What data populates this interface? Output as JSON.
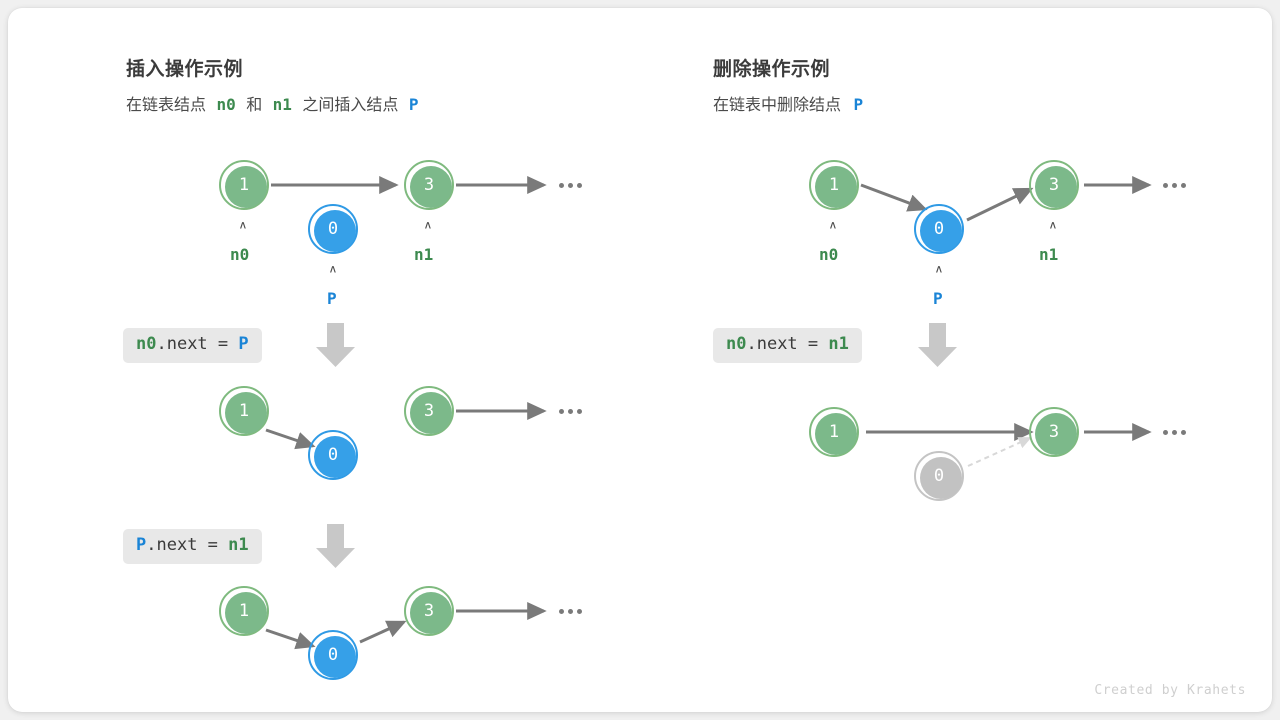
{
  "credit": "Created by Krahets",
  "colors": {
    "green": "#7cb98a",
    "green_ring": "#7fba7f",
    "green_text": "#3d8a4f",
    "blue": "#36a0e8",
    "blue_ring": "#2f9ae5",
    "blue_text": "#1a84d6",
    "gray_node": "#c2c2c2",
    "arrow": "#7a7a7a",
    "chip_bg": "#e8e8e8",
    "card_bg": "#ffffff",
    "page_bg": "#f0f0f0"
  },
  "panels": [
    {
      "id": "insert",
      "title": "插入操作示例",
      "subtitle": {
        "part1": "在链表结点",
        "var1": "n0",
        "part2": "和",
        "var2": "n1",
        "part3": "之间插入结点",
        "var3": "P"
      },
      "steps": [
        {
          "id": "insert-step-0",
          "nodes": [
            {
              "value": "1",
              "color": "green",
              "pointer": "n0",
              "pointer_color": "green"
            },
            {
              "value": "0",
              "color": "blue",
              "pointer": "P",
              "pointer_color": "blue"
            },
            {
              "value": "3",
              "color": "green",
              "pointer": "n1",
              "pointer_color": "green"
            }
          ],
          "trailing_ellipsis": "..."
        },
        {
          "id": "insert-step-1",
          "code": {
            "lhs": "n0",
            "lhs_color": "green",
            "mid": ".next = ",
            "rhs": "P",
            "rhs_color": "blue"
          },
          "nodes": [
            {
              "value": "1",
              "color": "green"
            },
            {
              "value": "0",
              "color": "blue"
            },
            {
              "value": "3",
              "color": "green"
            }
          ],
          "trailing_ellipsis": "..."
        },
        {
          "id": "insert-step-2",
          "code": {
            "lhs": "P",
            "lhs_color": "blue",
            "mid": ".next = ",
            "rhs": "n1",
            "rhs_color": "green"
          },
          "nodes": [
            {
              "value": "1",
              "color": "green"
            },
            {
              "value": "0",
              "color": "blue"
            },
            {
              "value": "3",
              "color": "green"
            }
          ],
          "trailing_ellipsis": "..."
        }
      ]
    },
    {
      "id": "delete",
      "title": "删除操作示例",
      "subtitle": {
        "part1": "在链表中删除结点",
        "var1": "P"
      },
      "steps": [
        {
          "id": "delete-step-0",
          "nodes": [
            {
              "value": "1",
              "color": "green",
              "pointer": "n0",
              "pointer_color": "green"
            },
            {
              "value": "0",
              "color": "blue",
              "pointer": "P",
              "pointer_color": "blue"
            },
            {
              "value": "3",
              "color": "green",
              "pointer": "n1",
              "pointer_color": "green"
            }
          ],
          "trailing_ellipsis": "..."
        },
        {
          "id": "delete-step-1",
          "code": {
            "lhs": "n0",
            "lhs_color": "green",
            "mid": ".next = ",
            "rhs": "n1",
            "rhs_color": "green"
          },
          "nodes": [
            {
              "value": "1",
              "color": "green"
            },
            {
              "value": "0",
              "color": "gray"
            },
            {
              "value": "3",
              "color": "green"
            }
          ],
          "trailing_ellipsis": "..."
        }
      ]
    }
  ]
}
